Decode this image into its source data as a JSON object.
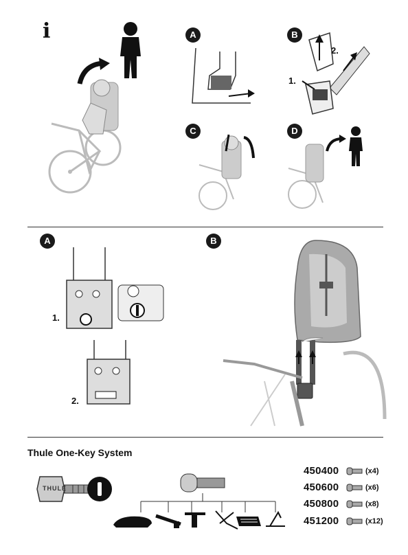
{
  "header": {
    "info_icon": "i"
  },
  "panels": {
    "a": "A",
    "b": "B",
    "c": "C",
    "d": "D"
  },
  "steps": {
    "b_step1": "1.",
    "b_step2": "2.",
    "lock_step1": "1.",
    "lock_step2": "2."
  },
  "section2": {
    "a": "A",
    "b": "B"
  },
  "onekey": {
    "title": "Thule One-Key System",
    "key_brand": "THULE",
    "parts": [
      {
        "number": "450400",
        "qty": "(x4)"
      },
      {
        "number": "450600",
        "qty": "(x6)"
      },
      {
        "number": "450800",
        "qty": "(x8)"
      },
      {
        "number": "451200",
        "qty": "(x12)"
      }
    ]
  }
}
